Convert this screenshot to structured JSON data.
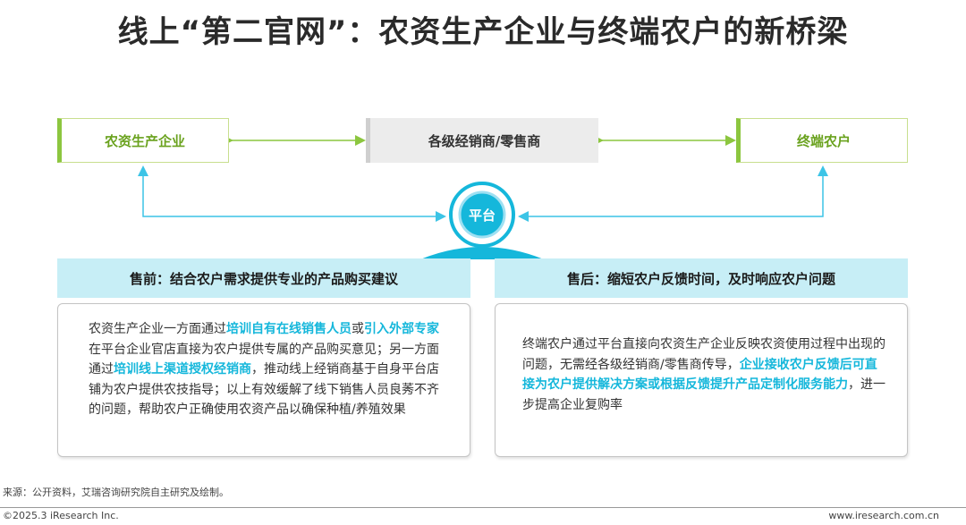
{
  "title": "线上“第二官网”：农资生产企业与终端农户的新桥梁",
  "nodes": {
    "left": "农资生产企业",
    "middle": "各级经销商/零售商",
    "right": "终端农户",
    "hub": "平台"
  },
  "sections": {
    "left_heading": "售前：结合农户需求提供专业的产品购买建议",
    "right_heading": "售后：缩短农户反馈时间，及时响应农户问题",
    "left_text": [
      "农资生产企业一方面通过",
      "培训自有在线销售人员",
      "或",
      "引入外部专家",
      "在平台企业官店直接为农户提供专属的产品购买意见；另一方面通过",
      "培训线上渠道授权经销商",
      "，推动线上经销商基于自身平台店铺为农户提供农技指导；以上有效缓解了线下销售人员良莠不齐的问题，帮助农户正确使用农资产品以确保种植/养殖效果"
    ],
    "right_text": [
      "终端农户通过平台直接向农资生产企业反映农资使用过程中出现的问题，无需经各级经销商/零售商传导，",
      "企业接收农户反馈后可直接为农户提供解决方案或根据反馈提升产品定制化服务能力",
      "，进一步提高企业复购率"
    ]
  },
  "source": "来源：公开资料，艾瑞咨询研究院自主研究及绘制。",
  "footer": {
    "left": "©2025.3 iResearch Inc.",
    "right": "www.iresearch.com.cn"
  },
  "colors": {
    "green_accent": "#8cc63f",
    "cyan_accent": "#15b7db",
    "light_cyan": "#c7eef6"
  }
}
